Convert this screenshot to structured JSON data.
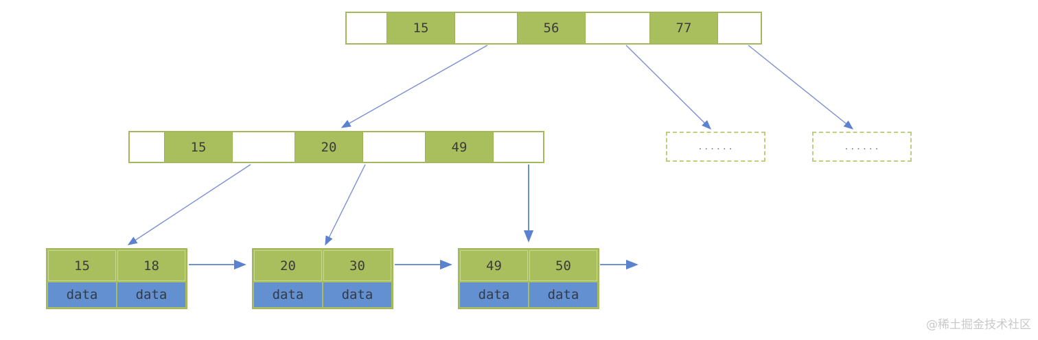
{
  "diagram": {
    "type": "b-plus-tree",
    "colors": {
      "node_green": "#a9bf5e",
      "node_border": "#a3b85c",
      "data_blue": "#6290d1",
      "arrow_blue": "#5b82cf",
      "dashed_border": "#bdcf7e",
      "text": "#3b3b3b",
      "watermark": "#c9c9c9"
    },
    "root_node": {
      "cells": [
        {
          "type": "ptr",
          "label": ""
        },
        {
          "type": "key",
          "label": "15"
        },
        {
          "type": "ptr",
          "label": ""
        },
        {
          "type": "key",
          "label": "56"
        },
        {
          "type": "ptr",
          "label": ""
        },
        {
          "type": "key",
          "label": "77"
        },
        {
          "type": "ptr",
          "label": ""
        }
      ]
    },
    "internal_node": {
      "cells": [
        {
          "type": "ptr",
          "label": ""
        },
        {
          "type": "key",
          "label": "15"
        },
        {
          "type": "ptr",
          "label": ""
        },
        {
          "type": "key",
          "label": "20"
        },
        {
          "type": "ptr",
          "label": ""
        },
        {
          "type": "key",
          "label": "49"
        },
        {
          "type": "ptr",
          "label": ""
        }
      ]
    },
    "dashed_nodes": [
      {
        "label": "......"
      },
      {
        "label": "......"
      }
    ],
    "leaf_nodes": [
      {
        "keys": [
          "15",
          "18"
        ],
        "data": [
          "data",
          "data"
        ]
      },
      {
        "keys": [
          "20",
          "30"
        ],
        "data": [
          "data",
          "data"
        ]
      },
      {
        "keys": [
          "49",
          "50"
        ],
        "data": [
          "data",
          "data"
        ]
      }
    ],
    "watermark": "@稀土掘金技术社区"
  }
}
